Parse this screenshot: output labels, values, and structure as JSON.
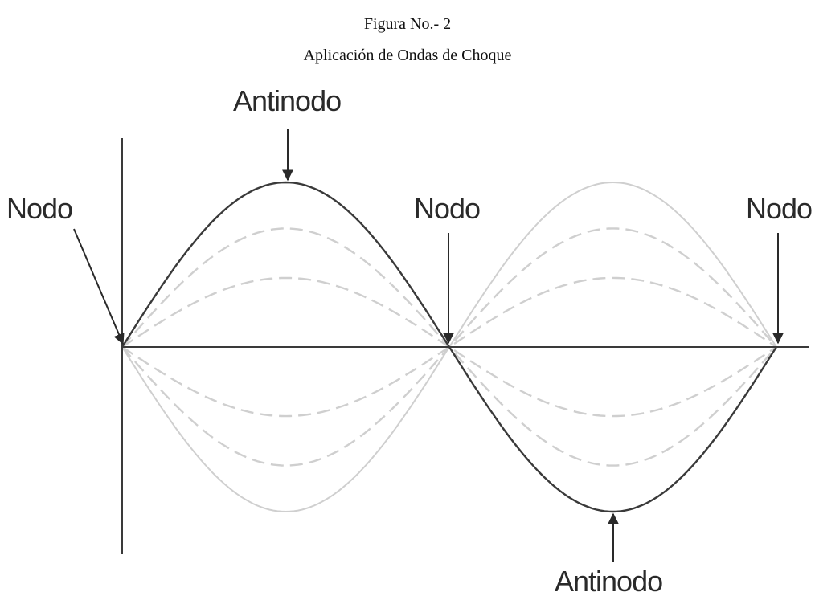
{
  "figure": {
    "number": "Figura No.- 2",
    "title": "Aplicación de Ondas de Choque"
  },
  "labels": {
    "node_left": "Nodo",
    "node_middle": "Nodo",
    "node_right": "Nodo",
    "antinode_top": "Antinodo",
    "antinode_bottom": "Antinodo"
  },
  "wave": {
    "main_amplitude": 1.0,
    "ghost_amplitudes_solid": [
      1.0,
      -1.0
    ],
    "ghost_amplitudes_dashed": [
      0.72,
      0.42,
      -0.42,
      -0.72
    ],
    "colors": {
      "main": "#3a3a3a",
      "ghost": "#cfcfcf",
      "axis": "#3a3a3a"
    }
  }
}
